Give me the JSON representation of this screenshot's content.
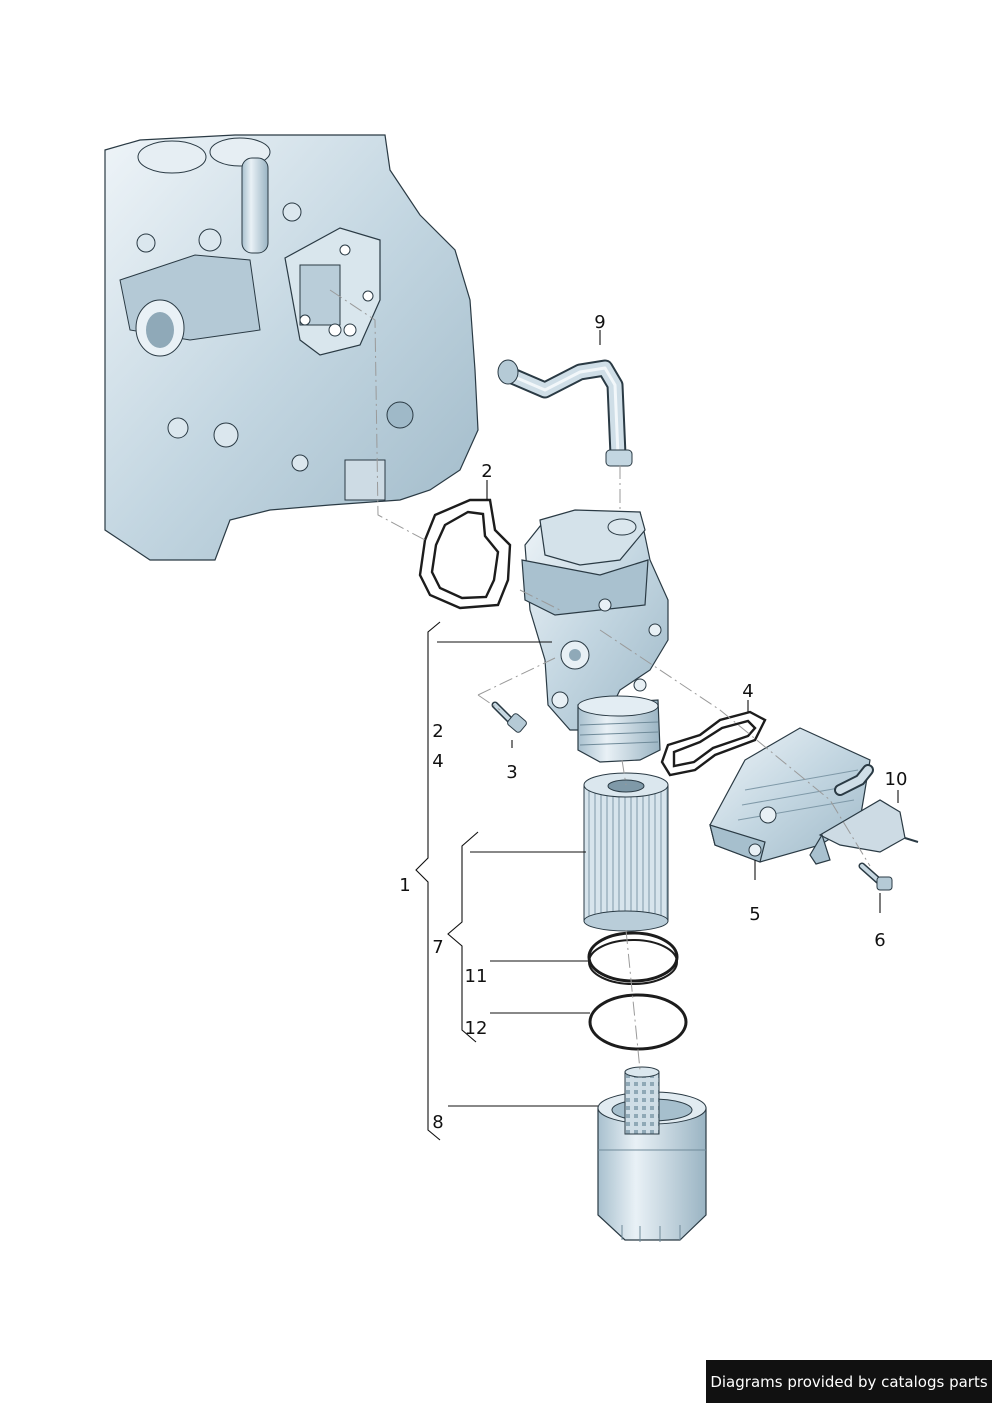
{
  "callouts": {
    "c1": "1",
    "c2_top": "2",
    "c2_left": "2",
    "c3": "3",
    "c4_top": "4",
    "c4_left": "4",
    "c5": "5",
    "c6": "6",
    "c7": "7",
    "c8": "8",
    "c9": "9",
    "c10": "10",
    "c11": "11",
    "c12": "12"
  },
  "credit": "Diagrams provided by catalogs parts",
  "colors": {
    "part_fill": "#bfd2dd",
    "part_light": "#dbe7ee",
    "part_shadow": "#8fa9b8",
    "line": "#111111",
    "credit_bg": "#111111"
  }
}
